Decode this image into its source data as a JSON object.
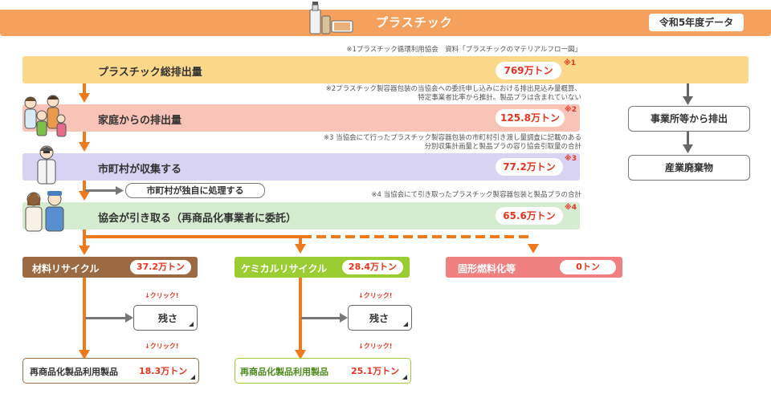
{
  "header": {
    "title": "プラスチック",
    "year_label": "令和5年度データ"
  },
  "notes": {
    "n1": "※1プラスチック循環利用協会　資料「プラスチックのマテリアルフロー図」",
    "n2_line1": "※2プラスチック製容器包装の当協会への委託申し込みにおける排出見込み量概算、",
    "n2_line2": "特定事業者比率から推計。製品プラは含まれていない",
    "n3_line1": "※3 当協会にて行ったプラスチック製容器包装の市町村引き渡し量調査に記載のある",
    "n3_line2": "分別収集計画量と製品プラの容り協会引取量の合計",
    "n4": "※4 当協会にて引き取ったプラスチック製容器包装と製品プラの合計"
  },
  "flow": [
    {
      "label": "プラスチック総排出量",
      "value": "769万トン",
      "mark": "※1"
    },
    {
      "label": "家庭からの排出量",
      "value": "125.8万トン",
      "mark": "※2"
    },
    {
      "label": "市町村が収集する",
      "value": "77.2万トン",
      "mark": "※3"
    },
    {
      "label": "協会が引き取る（再商品化事業者に委託）",
      "value": "65.6万トン",
      "mark": "※4"
    }
  ],
  "municipal_own": "市町村が独自に処理する",
  "business": {
    "emission": "事業所等から排出",
    "waste": "産業廃棄物"
  },
  "categories": [
    {
      "label": "材料リサイクル",
      "value": "37.2万トン"
    },
    {
      "label": "ケミカルリサイクル",
      "value": "28.4万トン"
    },
    {
      "label": "固形燃料化等",
      "value": "0トン"
    }
  ],
  "residue_label": "残さ",
  "click_label": "↓クリック!",
  "products": [
    {
      "label": "再商品化製品利用製品",
      "value": "18.3万トン"
    },
    {
      "label": "再商品化製品利用製品",
      "value": "25.1万トン"
    }
  ],
  "colors": {
    "header": "#f5a05c",
    "band1": "#fcd88a",
    "band2": "#f9c4b8",
    "band3": "#d8d3f2",
    "band4": "#d5ecd0",
    "arrow": "#ee7a1e",
    "material": "#9b6a42",
    "chemical": "#9acd32",
    "solid_fuel": "#f08080"
  }
}
